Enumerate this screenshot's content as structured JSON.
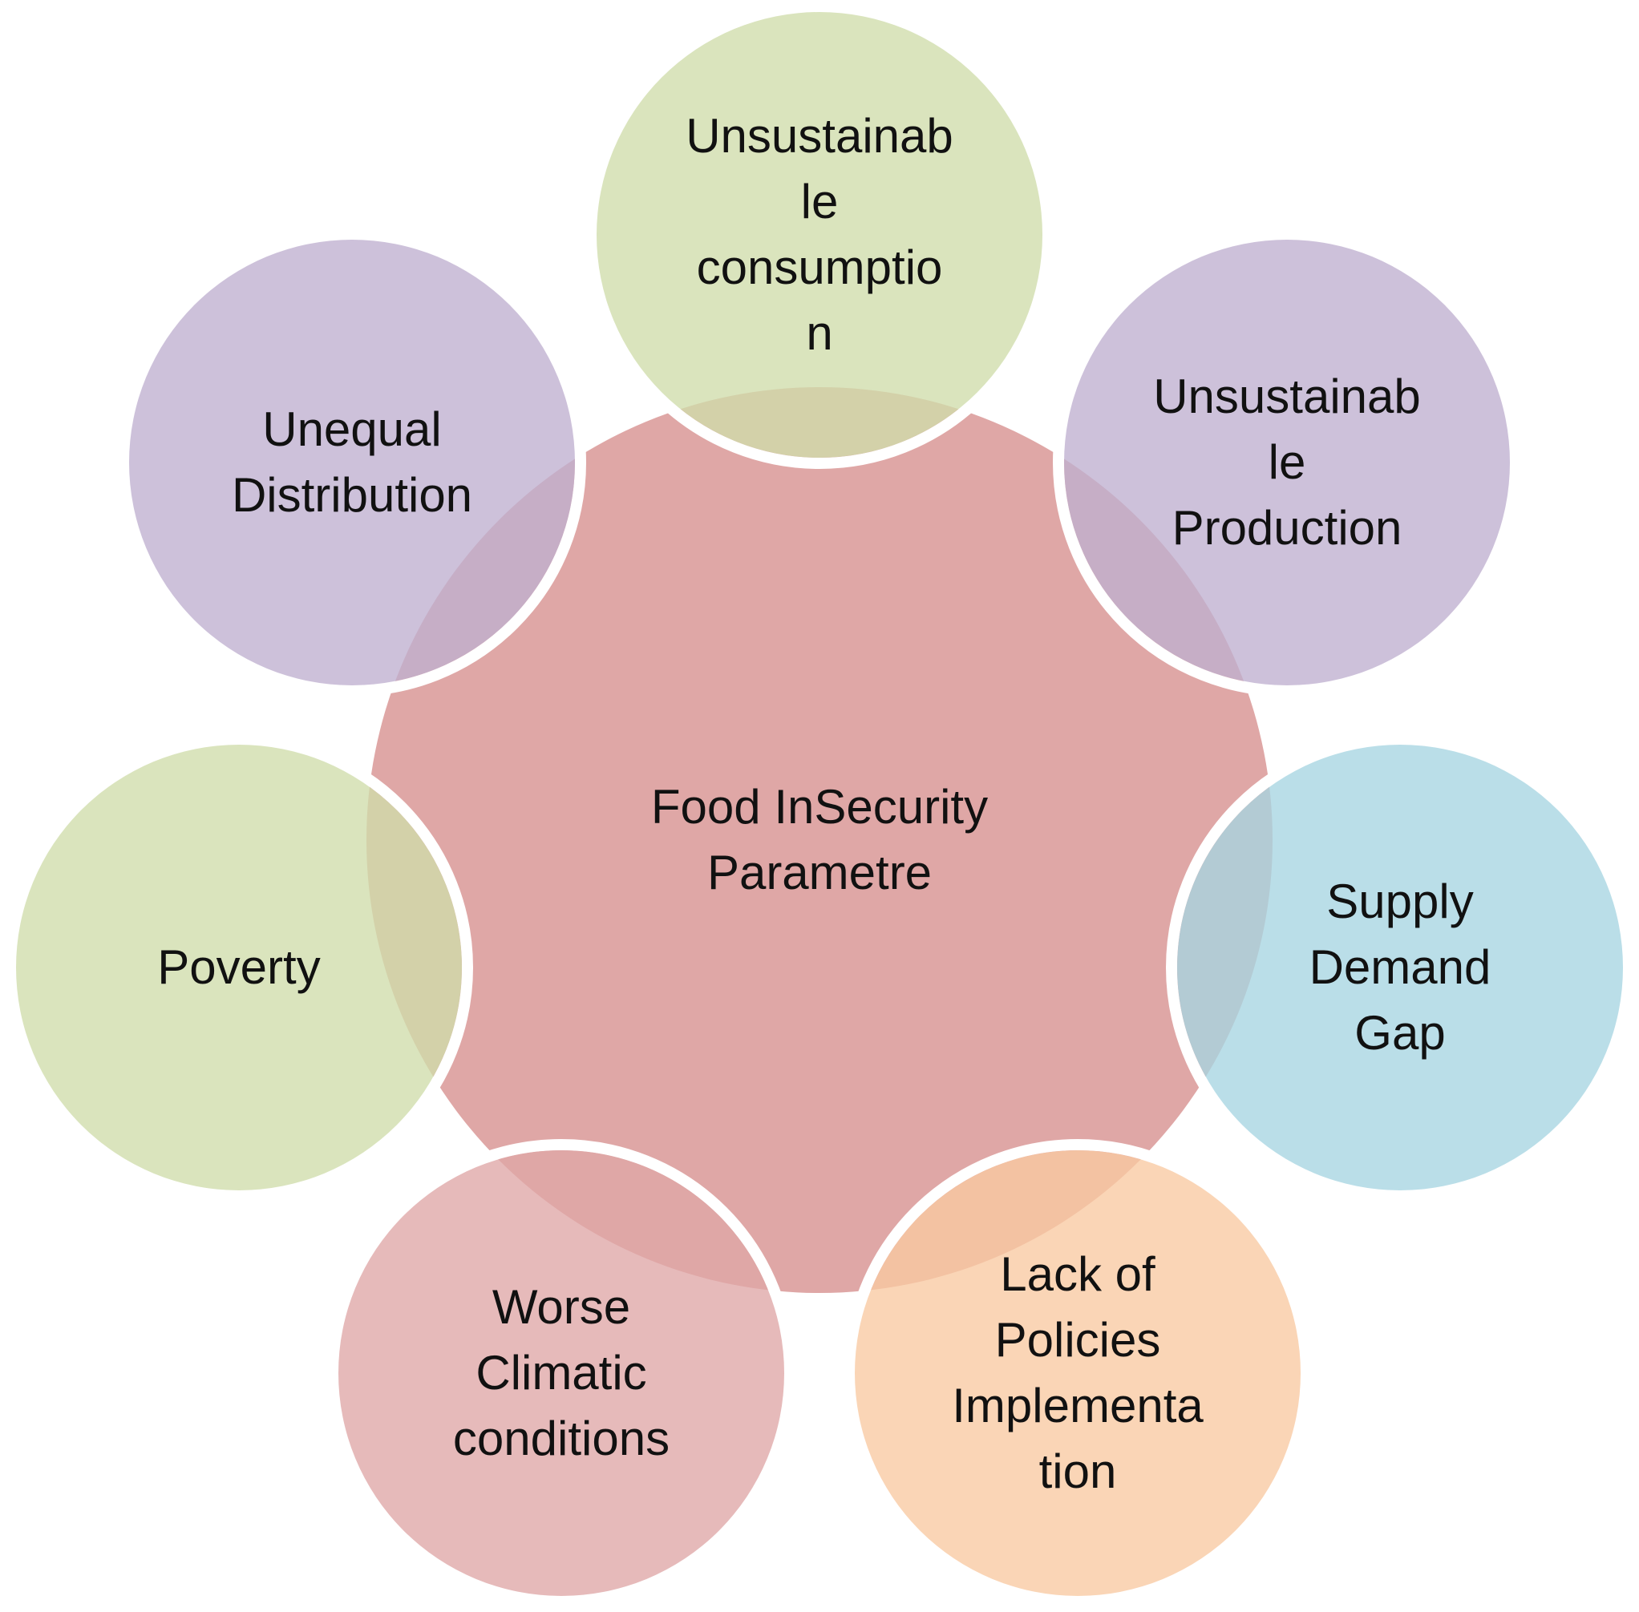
{
  "center": {
    "lines": [
      "Food  InSecurity",
      "Parametre"
    ],
    "color": "#dfa7a6"
  },
  "satellites": [
    {
      "id": "consumption",
      "lines": [
        "Unsustainab",
        "le",
        "consumptio",
        "n"
      ],
      "color": "#cfddab"
    },
    {
      "id": "production",
      "lines": [
        "Unsustainab",
        "le",
        "Production"
      ],
      "color": "#bfb0d0"
    },
    {
      "id": "supply-demand",
      "lines": [
        "Supply",
        "Demand",
        "Gap"
      ],
      "color": "#a7d5e1"
    },
    {
      "id": "policies",
      "lines": [
        "Lack of",
        "Policies",
        "Implementa",
        "tion"
      ],
      "color": "#f8c9a1"
    },
    {
      "id": "climatic",
      "lines": [
        "Worse",
        "Climatic",
        "conditions"
      ],
      "color": "#dfa7a6"
    },
    {
      "id": "poverty",
      "lines": [
        "Poverty"
      ],
      "color": "#cfddab"
    },
    {
      "id": "distribution",
      "lines": [
        "Unequal",
        "Distribution"
      ],
      "color": "#bfb0d0"
    }
  ]
}
